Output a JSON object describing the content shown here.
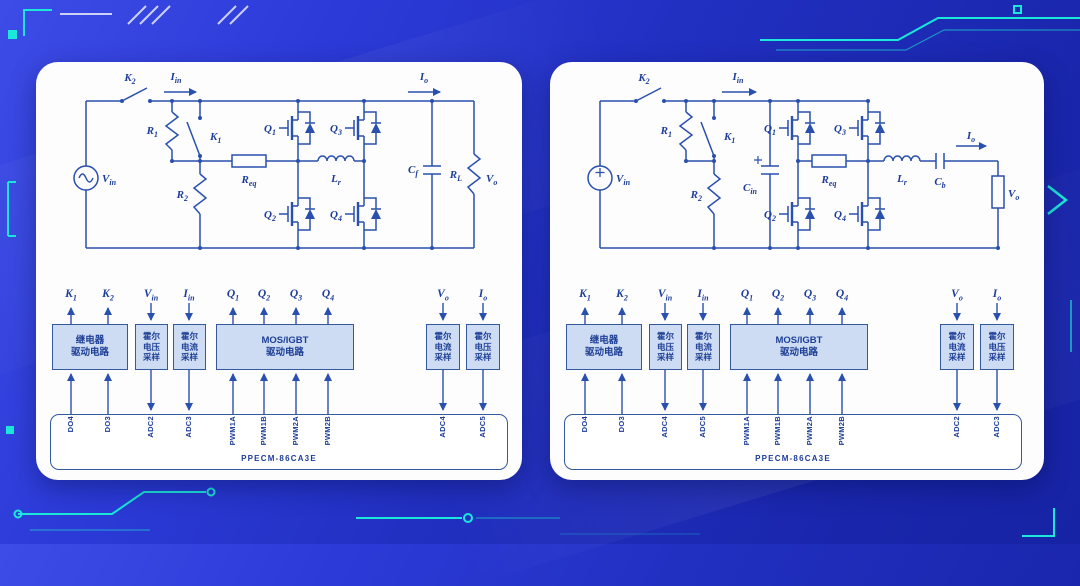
{
  "theme": {
    "accent": "#1be8d8",
    "circuit_stroke": "#2a50ae",
    "label_blue": "#1d3d99",
    "block_fill": "#cddcf3",
    "card_bg": "#ffffff"
  },
  "left": {
    "schematic": {
      "labels": {
        "k2": {
          "b": "K",
          "s": "2"
        },
        "iin": {
          "b": "I",
          "s": "in"
        },
        "r1": {
          "b": "R",
          "s": "1"
        },
        "k1": {
          "b": "K",
          "s": "1"
        },
        "r2": {
          "b": "R",
          "s": "2"
        },
        "vin": {
          "b": "V",
          "s": "in"
        },
        "req": {
          "b": "R",
          "s": "eq"
        },
        "lr": {
          "b": "L",
          "s": "r"
        },
        "q1": {
          "b": "Q",
          "s": "1"
        },
        "q2": {
          "b": "Q",
          "s": "2"
        },
        "q3": {
          "b": "Q",
          "s": "3"
        },
        "q4": {
          "b": "Q",
          "s": "4"
        },
        "io": {
          "b": "I",
          "s": "o"
        },
        "cf": {
          "b": "C",
          "s": "f"
        },
        "rl": {
          "b": "R",
          "s": "L"
        },
        "vo": {
          "b": "V",
          "s": "o"
        }
      }
    },
    "io_labels": [
      {
        "b": "K",
        "s": "1"
      },
      {
        "b": "K",
        "s": "2"
      },
      {
        "b": "V",
        "s": "in"
      },
      {
        "b": "I",
        "s": "in"
      },
      {
        "b": "Q",
        "s": "1"
      },
      {
        "b": "Q",
        "s": "2"
      },
      {
        "b": "Q",
        "s": "3"
      },
      {
        "b": "Q",
        "s": "4"
      },
      {
        "b": "V",
        "s": "o"
      },
      {
        "b": "I",
        "s": "o"
      }
    ],
    "blocks": [
      "继电器\n驱动电路",
      "霍尔\n电压\n采样",
      "霍尔\n电流\n采样",
      "MOS/IGBT\n驱动电路",
      "霍尔\n电流\n采样",
      "霍尔\n电压\n采样"
    ],
    "pins": [
      "DO4",
      "DO3",
      "ADC2",
      "ADC3",
      "PWM1A",
      "PWM1B",
      "PWM2A",
      "PWM2B",
      "ADC4",
      "ADC5"
    ],
    "chip": "PPECM-86CA3E"
  },
  "right": {
    "schematic": {
      "labels": {
        "k2": {
          "b": "K",
          "s": "2"
        },
        "iin": {
          "b": "I",
          "s": "in"
        },
        "r1": {
          "b": "R",
          "s": "1"
        },
        "k1": {
          "b": "K",
          "s": "1"
        },
        "r2": {
          "b": "R",
          "s": "2"
        },
        "vin": {
          "b": "V",
          "s": "in"
        },
        "cin": {
          "b": "C",
          "s": "in"
        },
        "req": {
          "b": "R",
          "s": "eq"
        },
        "lr": {
          "b": "L",
          "s": "r"
        },
        "q1": {
          "b": "Q",
          "s": "1"
        },
        "q2": {
          "b": "Q",
          "s": "2"
        },
        "q3": {
          "b": "Q",
          "s": "3"
        },
        "q4": {
          "b": "Q",
          "s": "4"
        },
        "io": {
          "b": "I",
          "s": "o"
        },
        "cb": {
          "b": "C",
          "s": "b"
        },
        "vo": {
          "b": "V",
          "s": "o"
        }
      }
    },
    "io_labels": [
      {
        "b": "K",
        "s": "1"
      },
      {
        "b": "K",
        "s": "2"
      },
      {
        "b": "V",
        "s": "in"
      },
      {
        "b": "I",
        "s": "in"
      },
      {
        "b": "Q",
        "s": "1"
      },
      {
        "b": "Q",
        "s": "2"
      },
      {
        "b": "Q",
        "s": "3"
      },
      {
        "b": "Q",
        "s": "4"
      },
      {
        "b": "V",
        "s": "o"
      },
      {
        "b": "I",
        "s": "o"
      }
    ],
    "blocks": [
      "继电器\n驱动电路",
      "霍尔\n电压\n采样",
      "霍尔\n电流\n采样",
      "MOS/IGBT\n驱动电路",
      "霍尔\n电流\n采样",
      "霍尔\n电压\n采样"
    ],
    "pins": [
      "DO4",
      "DO3",
      "ADC4",
      "ADC5",
      "PWM1A",
      "PWM1B",
      "PWM2A",
      "PWM2B",
      "ADC2",
      "ADC3"
    ],
    "chip": "PPECM-86CA3E"
  }
}
